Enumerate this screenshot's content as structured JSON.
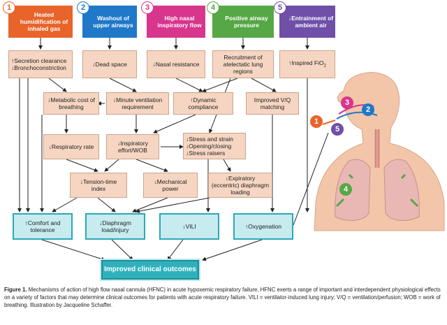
{
  "headers": [
    {
      "num": "1",
      "text": "Heated humidification of inhaled gas",
      "color": "#e8642a"
    },
    {
      "num": "2",
      "text": "Washout of upper airways",
      "color": "#1f78c8"
    },
    {
      "num": "3",
      "text": "High nasal inspiratory flow",
      "color": "#d8358d"
    },
    {
      "num": "4",
      "text": "Positive airway pressure",
      "color": "#56a745"
    },
    {
      "num": "5",
      "text": "↓Entrainment of ambient air",
      "color": "#6f4fa8"
    }
  ],
  "row1": {
    "secretion": "↑Secretion clearance",
    "broncho": "↓Bronchoconstriction",
    "dead_space": "↓Dead space",
    "nasal_resistance": "↓Nasal resistance",
    "recruitment": "Recruitment of atelectatic lung regions",
    "fio2": "↑Inspired FiO",
    "fio2_sub": "2"
  },
  "row2": {
    "metabolic": "↓Metabolic cost of breathing",
    "minute_vent": "↓Minute ventilation requirement",
    "compliance": "↑Dynamic compliance",
    "vq": "Improved V/Q matching"
  },
  "row3": {
    "resp_rate": "↓Respiratory rate",
    "insp_effort": "↓Inspiratory effort/WOB",
    "stress_strain": "↓Stress and strain",
    "opening_closing": "↓Opening/closing",
    "stress_raisers": "↓Stress raisers"
  },
  "row4": {
    "tension_time": "↓Tension-time index",
    "mech_power": "↓Mechanical power",
    "expiratory": "↓Expiratory (eccentric) diaphragm loading"
  },
  "outcomes": {
    "comfort": "↑Comfort and tolerance",
    "diaphragm": "↓Diaphragm load/injury",
    "vili": "↓VILI",
    "oxygenation": "↑Oxygenation"
  },
  "final": "Improved clinical outcomes",
  "caption": {
    "label": "Figure 1.",
    "text": "Mechanisms of action of high flow nasal cannula (HFNC) in acute hypoxemic respiratory failure. HFNC exerts a range of important and interdependent physiological effects on a variety of factors that may determine clinical outcomes for patients with acute respiratory failure. VILI = ventilator-induced lung injury; V/Q = ventilation/perfusion; WOB = work of breathing. Illustration by Jacqueline Schaffer."
  },
  "colors": {
    "peach": "#f6d6c2",
    "cyan": "#c7ebef",
    "teal": "#2fb1bd",
    "skin": "#f3c6aa",
    "lung": "#e9b8b4"
  }
}
